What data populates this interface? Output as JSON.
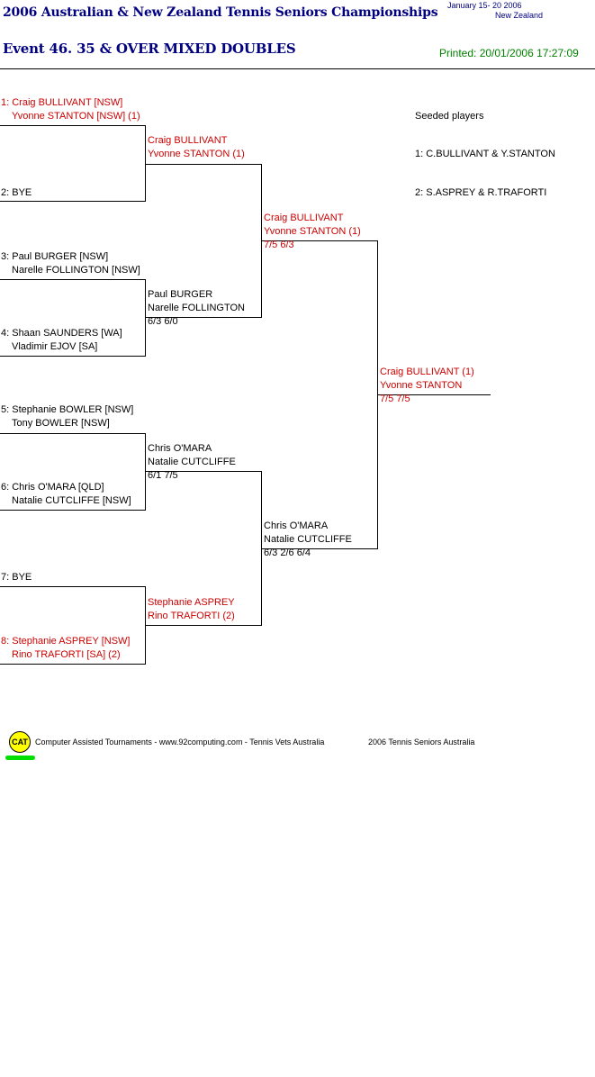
{
  "header": {
    "title": "2006 Australian & New Zealand Tennis Seniors Championships",
    "dates": "January  15- 20 2006",
    "location": "New Zealand",
    "event": "Event 46. 35 & OVER MIXED DOUBLES",
    "printed": "Printed: 20/01/2006 17:27:09"
  },
  "seeds": {
    "heading": "Seeded players",
    "items": [
      "1: C.BULLIVANT & Y.STANTON",
      "2: S.ASPREY & R.TRAFORTI"
    ]
  },
  "round1": [
    {
      "line1": "1: Craig BULLIVANT [NSW]",
      "line2": "Yvonne STANTON [NSW] (1)",
      "seeded": true
    },
    {
      "line1": "2: BYE",
      "line2": "",
      "seeded": false
    },
    {
      "line1": "3: Paul BURGER [NSW]",
      "line2": "Narelle FOLLINGTON [NSW]",
      "seeded": false
    },
    {
      "line1": "4: Shaan SAUNDERS [WA]",
      "line2": "Vladimir EJOV [SA]",
      "seeded": false
    },
    {
      "line1": "5: Stephanie BOWLER [NSW]",
      "line2": "Tony BOWLER [NSW]",
      "seeded": false
    },
    {
      "line1": "6: Chris O'MARA [QLD]",
      "line2": "Natalie CUTCLIFFE [NSW]",
      "seeded": false
    },
    {
      "line1": "7: BYE",
      "line2": "",
      "seeded": false
    },
    {
      "line1": "8: Stephanie ASPREY [NSW]",
      "line2": "Rino TRAFORTI [SA] (2)",
      "seeded": true
    }
  ],
  "round2": [
    {
      "line1": "Craig BULLIVANT",
      "line2": "Yvonne STANTON (1)",
      "score": "",
      "seeded": true
    },
    {
      "line1": "Paul BURGER",
      "line2": "Narelle FOLLINGTON",
      "score": "6/3 6/0",
      "seeded": false
    },
    {
      "line1": "Chris O'MARA",
      "line2": "Natalie CUTCLIFFE",
      "score": "6/1 7/5",
      "seeded": false
    },
    {
      "line1": "Stephanie ASPREY",
      "line2": "Rino TRAFORTI (2)",
      "score": "",
      "seeded": true
    }
  ],
  "semis": [
    {
      "line1": "Craig BULLIVANT",
      "line2": "Yvonne STANTON (1)",
      "score": "7/5 6/3",
      "seeded": true
    },
    {
      "line1": "Chris O'MARA",
      "line2": "Natalie CUTCLIFFE",
      "score": "6/3 2/6 6/4",
      "seeded": false
    }
  ],
  "final": {
    "line1": "Craig BULLIVANT (1)",
    "line2": "Yvonne STANTON",
    "score": "7/5 7/5",
    "seeded": true
  },
  "footer": {
    "logo": "CAT",
    "text": "Computer Assisted Tournaments - www.92computing.com -  Tennis Vets Australia",
    "right": "2006 Tennis Seniors Australia"
  }
}
